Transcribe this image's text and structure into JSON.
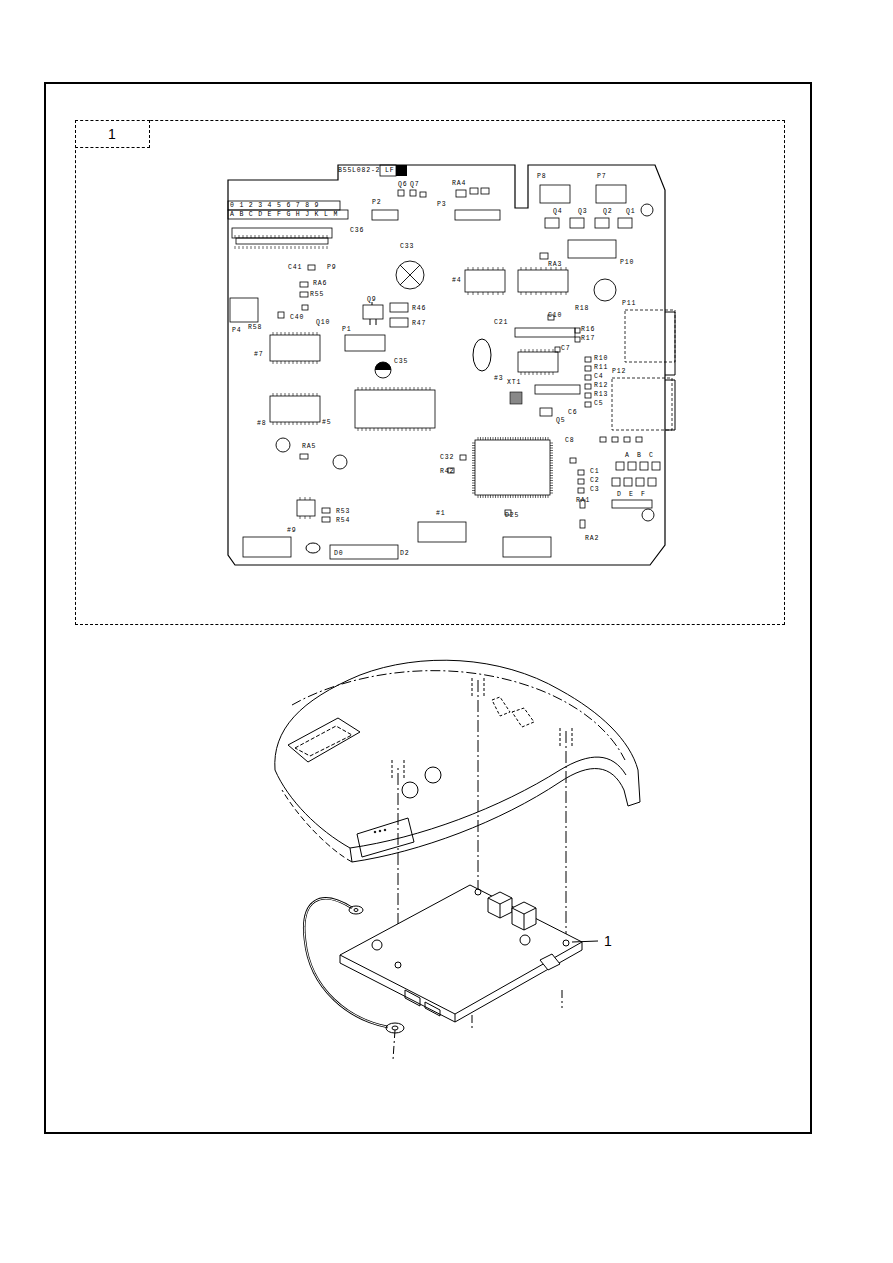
{
  "diagram": {
    "nodes": [
      {
        "text": [
          "1"
        ]
      }
    ],
    "labels": [
      "B55L082-2",
      "LF",
      "0 1 2 3 4 5 6 7 8 9",
      "A B C D E F G H J K L M",
      "P2",
      "Q6",
      "Q7",
      "RA4",
      "P3",
      "P8",
      "P7",
      "Q4",
      "Q3",
      "Q2",
      "Q1",
      "P10",
      "RA3",
      "C36",
      "C33",
      "P9",
      "C41",
      "RA6",
      "R55",
      "Q9",
      "R46",
      "R47",
      "Q10",
      "C40",
      "R58",
      "P4",
      "#7",
      "P1",
      "C35",
      "#5",
      "#4",
      "R18",
      "C21",
      "C10",
      "R16",
      "R17",
      "C7",
      "R10",
      "R11",
      "C4",
      "R12",
      "R13",
      "C5",
      "C6",
      "XT1",
      "#3",
      "Q5",
      "P11",
      "P12",
      "#8",
      "RA5",
      "C32",
      "R42",
      "C8",
      "C1",
      "C2",
      "C3",
      "R53",
      "R54",
      "#9",
      "D0",
      "D2",
      "#1",
      "D25",
      "RA2",
      "RA1",
      "A",
      "B",
      "C",
      "D",
      "E",
      "F",
      "1"
    ]
  }
}
